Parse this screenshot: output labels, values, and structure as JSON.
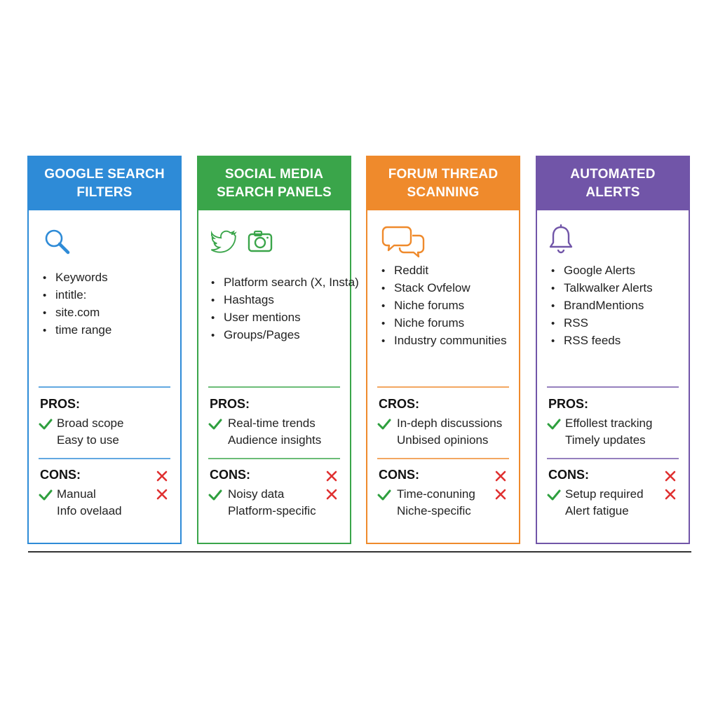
{
  "colors": {
    "blue": "#2e8bd7",
    "green": "#3aa54a",
    "orange": "#ef8a2c",
    "purple": "#7155a8",
    "check": "#2e9f3e",
    "cross": "#e03030"
  },
  "cards": [
    {
      "title": "GOOGLE SEARCH\nFILTERS",
      "icons": [
        "search-icon"
      ],
      "bullets": [
        "Keywords",
        "intitle:",
        "site.com",
        "time range"
      ],
      "pros_label": "PROS:",
      "pros": [
        "Broad scope",
        "Easy to use"
      ],
      "cons_label": "CONS:",
      "cons": [
        "Manual",
        "Info ovelaad"
      ]
    },
    {
      "title": "SOCIAL MEDIA\nSEARCH PANELS",
      "icons": [
        "twitter-bird-icon",
        "camera-icon"
      ],
      "bullets": [
        "Platform search (X, Insta)",
        "Hashtags",
        "User mentions",
        "Groups/Pages"
      ],
      "pros_label": "PROS:",
      "pros": [
        "Real-time trends",
        "Audience insights"
      ],
      "cons_label": "CONS:",
      "cons": [
        "Noisy data",
        "Platform-specific"
      ]
    },
    {
      "title": "FORUM THREAD\nSCANNING",
      "icons": [
        "chat-bubbles-icon"
      ],
      "bullets": [
        "Reddit",
        "Stack Ovfelow",
        "Niche forums",
        "Niche forums",
        "Industry communities"
      ],
      "pros_label": "CROS:",
      "pros": [
        "In-deph discussions",
        "Unbised opinions"
      ],
      "cons_label": "CONS:",
      "cons": [
        "Time-conuning",
        "Niche-specific"
      ]
    },
    {
      "title": "AUTOMATED\nALERTS",
      "icons": [
        "bell-icon"
      ],
      "bullets": [
        "Google Alerts",
        "Talkwalker Alerts",
        "BrandMentions",
        "RSS",
        "RSS feeds"
      ],
      "pros_label": "PROS:",
      "pros": [
        "Effollest tracking",
        "Timely updates"
      ],
      "cons_label": "CONS:",
      "cons": [
        "Setup required",
        "Alert fatigue"
      ]
    }
  ]
}
